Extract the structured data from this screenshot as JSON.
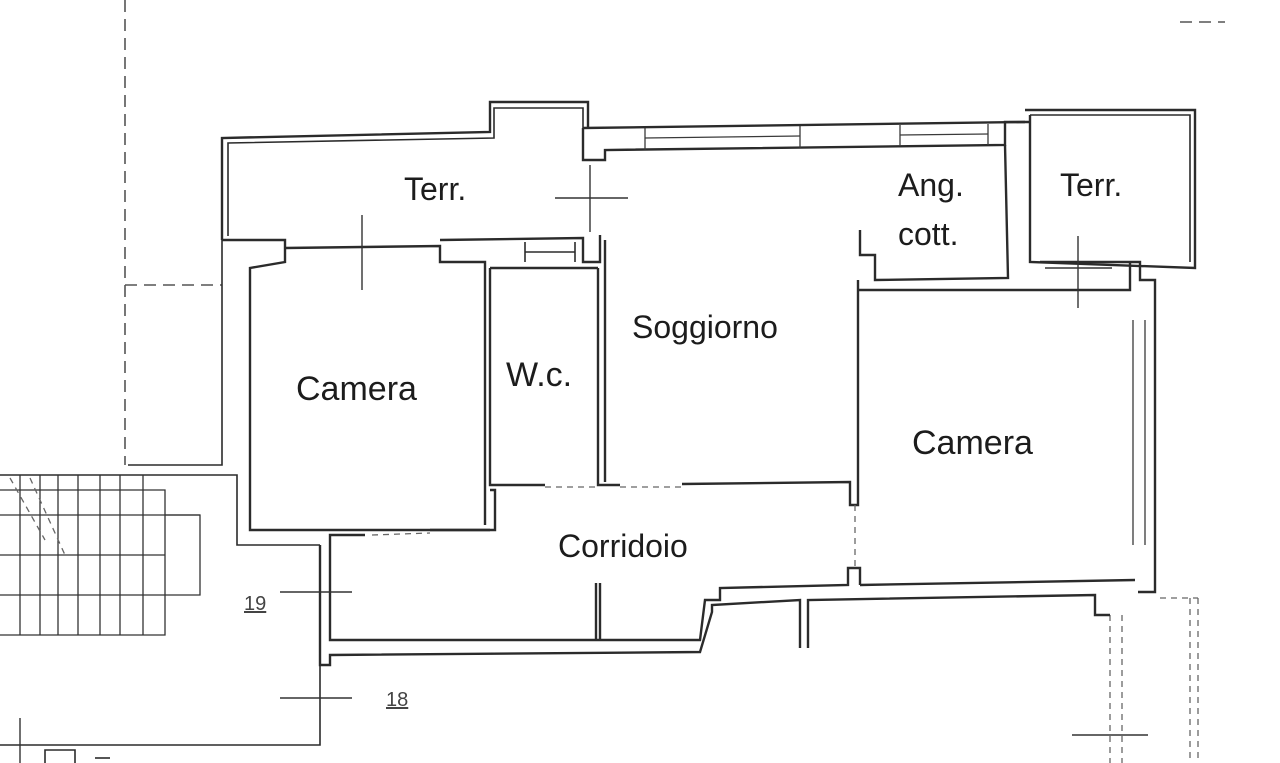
{
  "rooms": {
    "terrazzo_left": "Terr.",
    "terrazzo_right": "Terr.",
    "angolo_cottura_line1": "Ang.",
    "angolo_cottura_line2": "cott.",
    "soggiorno": "Soggiorno",
    "camera_left": "Camera",
    "wc": "W.c.",
    "camera_right": "Camera",
    "corridoio": "Corridoio"
  },
  "markers": {
    "level_19": "19",
    "level_18": "18"
  },
  "colors": {
    "wall": "#2b2b2b",
    "background": "#ffffff"
  }
}
